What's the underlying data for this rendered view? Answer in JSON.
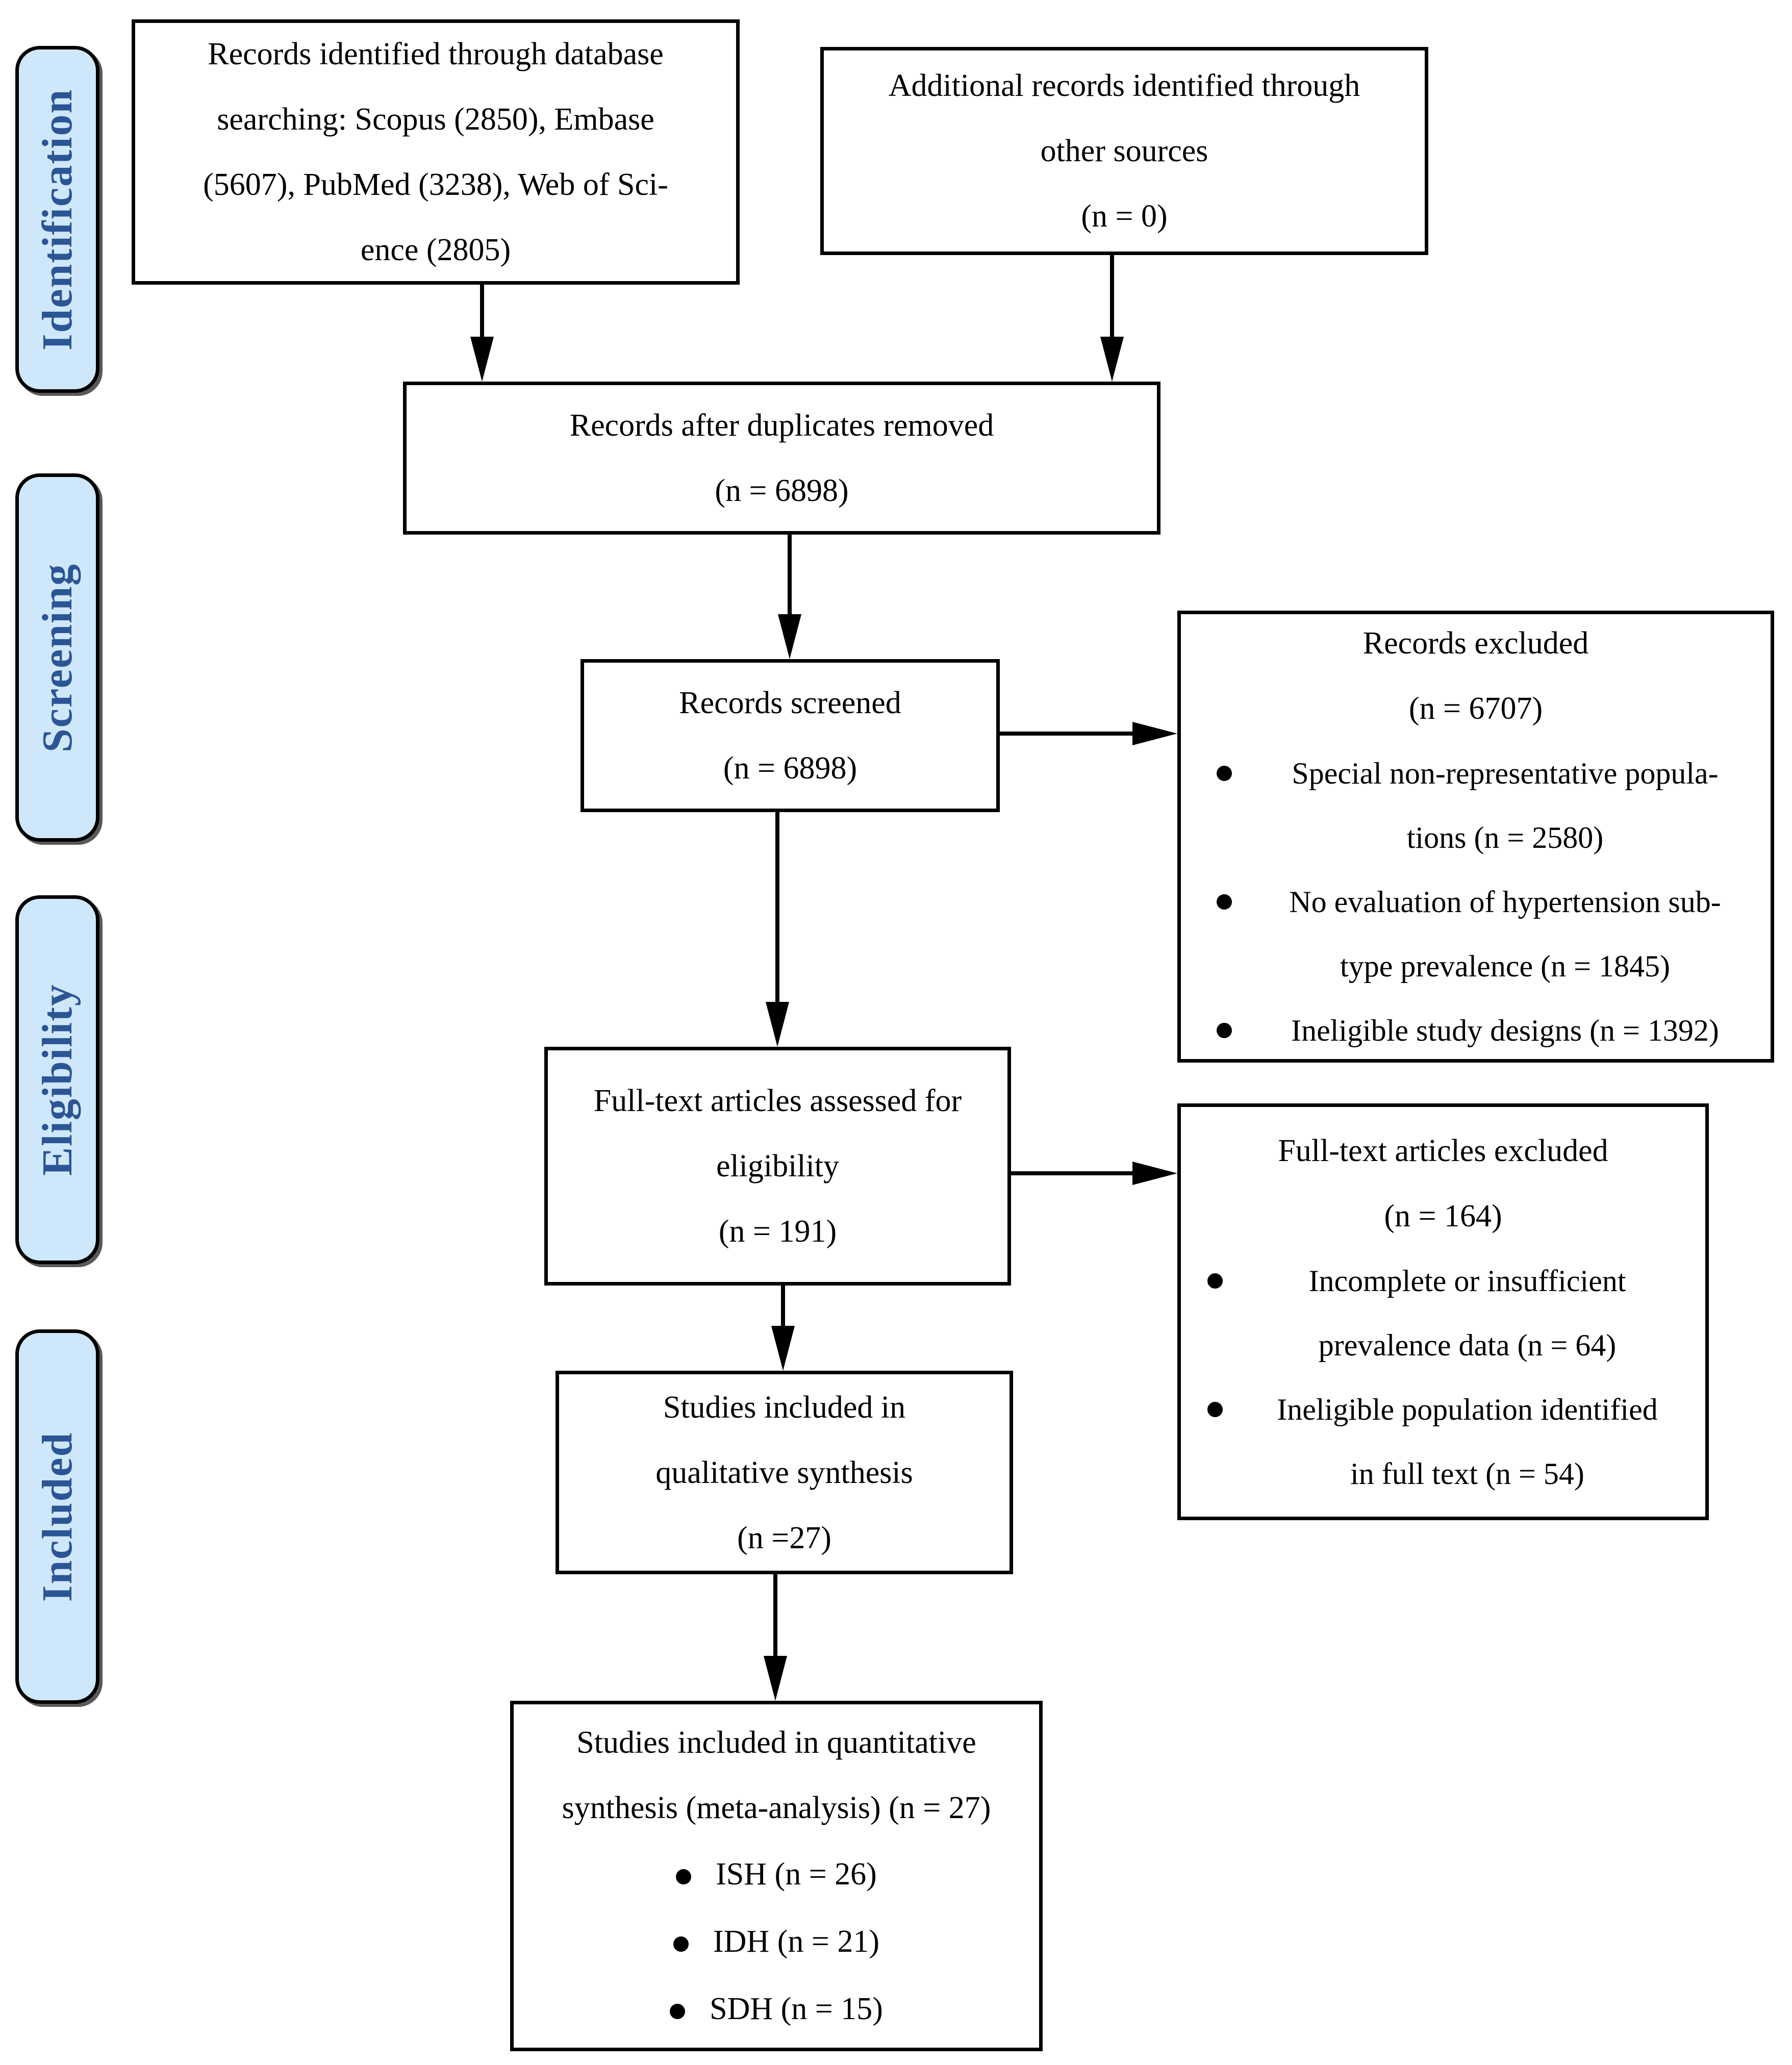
{
  "figure": {
    "kind": "PRISMA flow diagram",
    "colors": {
      "stage_fill": "#cee7fa",
      "stage_text": "#2b5594",
      "box_border": "#000000",
      "text": "#000000",
      "background": "#ffffff"
    }
  },
  "stages": [
    {
      "label": "Identification"
    },
    {
      "label": "Screening"
    },
    {
      "label": "Eligibility"
    },
    {
      "label": "Included"
    }
  ],
  "boxes": {
    "records_identified": {
      "lines": [
        "Records identified through database",
        "searching: Scopus (2850), Embase",
        "(5607), PubMed (3238), Web of Sci-",
        "ence (2805)"
      ]
    },
    "additional_records": {
      "lines": [
        "Additional records identified through",
        "other sources",
        "(n = 0)"
      ]
    },
    "duplicates_removed": {
      "lines": [
        "Records after duplicates removed",
        "(n = 6898)"
      ]
    },
    "records_screened": {
      "lines": [
        "Records screened",
        "(n = 6898)"
      ]
    },
    "records_excluded": {
      "lines": [
        "Records excluded",
        "(n = 6707)"
      ],
      "bullets": [
        {
          "lines": [
            "Special non-representative popula-",
            "tions (n = 2580)"
          ]
        },
        {
          "lines": [
            "No evaluation of hypertension sub-",
            "type prevalence (n = 1845)"
          ]
        },
        {
          "lines": [
            "Ineligible study designs (n = 1392)"
          ]
        }
      ]
    },
    "fulltext_assessed": {
      "lines": [
        "Full-text articles assessed for",
        "eligibility",
        "(n = 191)"
      ]
    },
    "fulltext_excluded": {
      "lines": [
        "Full-text articles excluded",
        "(n = 164)"
      ],
      "bullets": [
        {
          "lines": [
            "Incomplete or insufficient",
            "prevalence data (n = 64)"
          ]
        },
        {
          "lines": [
            "Ineligible population identified",
            "in full text (n = 54)"
          ]
        }
      ]
    },
    "qualitative_synthesis": {
      "lines": [
        "Studies included in",
        "qualitative synthesis",
        "(n =27)"
      ]
    },
    "quantitative_synthesis": {
      "lines": [
        "Studies included in quantitative",
        "synthesis (meta-analysis) (n = 27)"
      ],
      "bullets": [
        {
          "lines": [
            "ISH (n = 26)"
          ]
        },
        {
          "lines": [
            "IDH (n = 21)"
          ]
        },
        {
          "lines": [
            "SDH (n = 15)"
          ]
        }
      ]
    }
  }
}
